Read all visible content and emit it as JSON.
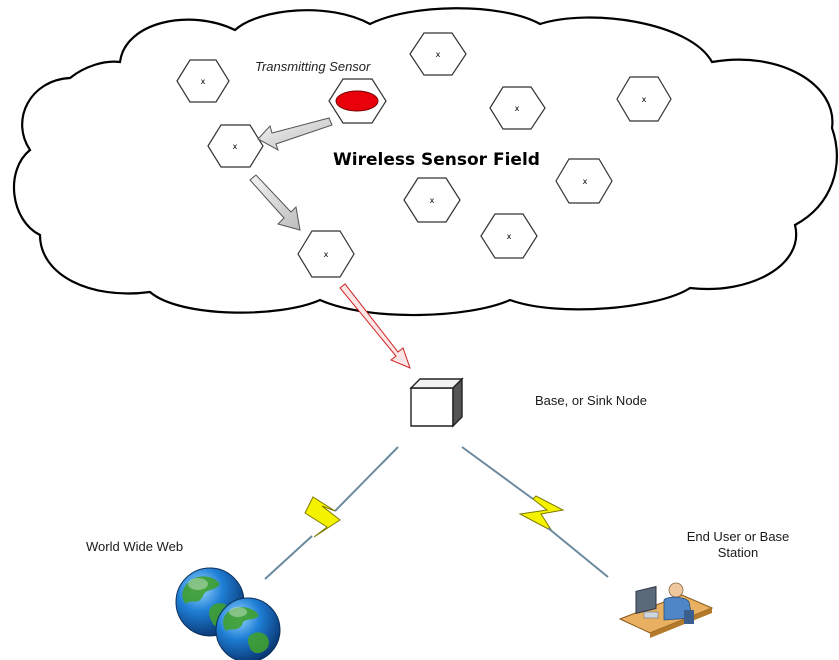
{
  "diagram": {
    "field_title": "Wireless Sensor Field",
    "transmitting_label": "Transmitting Sensor",
    "sensor_mark": "x",
    "base_label": "Base, or Sink Node",
    "www_label": "World Wide Web",
    "end_user_label_line1": "End User or Base",
    "end_user_label_line2": "Station"
  },
  "colors": {
    "transmitting": "#e8000b",
    "lightning": "#f5f200",
    "link_arrow": "#cc2222",
    "hop_arrow": "#808080"
  },
  "icons": [
    "sensor-node-icon",
    "base-node-cube-icon",
    "globe-icon",
    "end-user-computer-icon",
    "lightning-bolt-icon"
  ]
}
